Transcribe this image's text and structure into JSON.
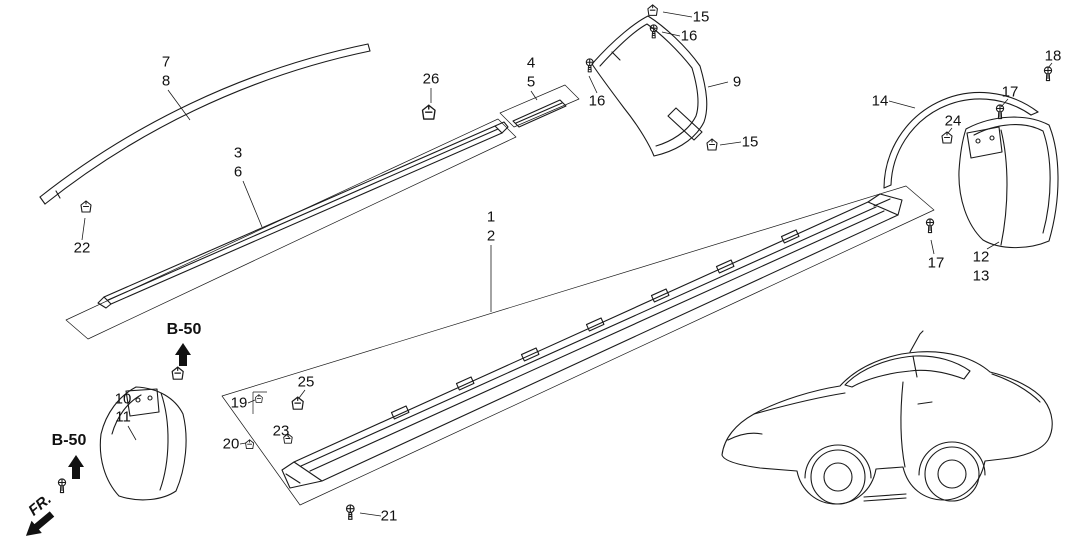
{
  "diagram": {
    "bg_color": "#ffffff",
    "line_color": "#1b1b1b",
    "callouts": [
      {
        "label": "7"
      },
      {
        "label": "8"
      },
      {
        "label": "26"
      },
      {
        "label": "4"
      },
      {
        "label": "5"
      },
      {
        "label": "15"
      },
      {
        "label": "16"
      },
      {
        "label": "16"
      },
      {
        "label": "9"
      },
      {
        "label": "15"
      },
      {
        "label": "3"
      },
      {
        "label": "6"
      },
      {
        "label": "14"
      },
      {
        "label": "18"
      },
      {
        "label": "17"
      },
      {
        "label": "24"
      },
      {
        "label": "22"
      },
      {
        "label": "1"
      },
      {
        "label": "2"
      },
      {
        "label": "17"
      },
      {
        "label": "12"
      },
      {
        "label": "13"
      },
      {
        "label": "25"
      },
      {
        "label": "19"
      },
      {
        "label": "10"
      },
      {
        "label": "11"
      },
      {
        "label": "23"
      },
      {
        "label": "20"
      },
      {
        "label": "21"
      }
    ],
    "section_refs": {
      "upper": "B-50",
      "lower": "B-50"
    },
    "direction_label": "FR."
  }
}
